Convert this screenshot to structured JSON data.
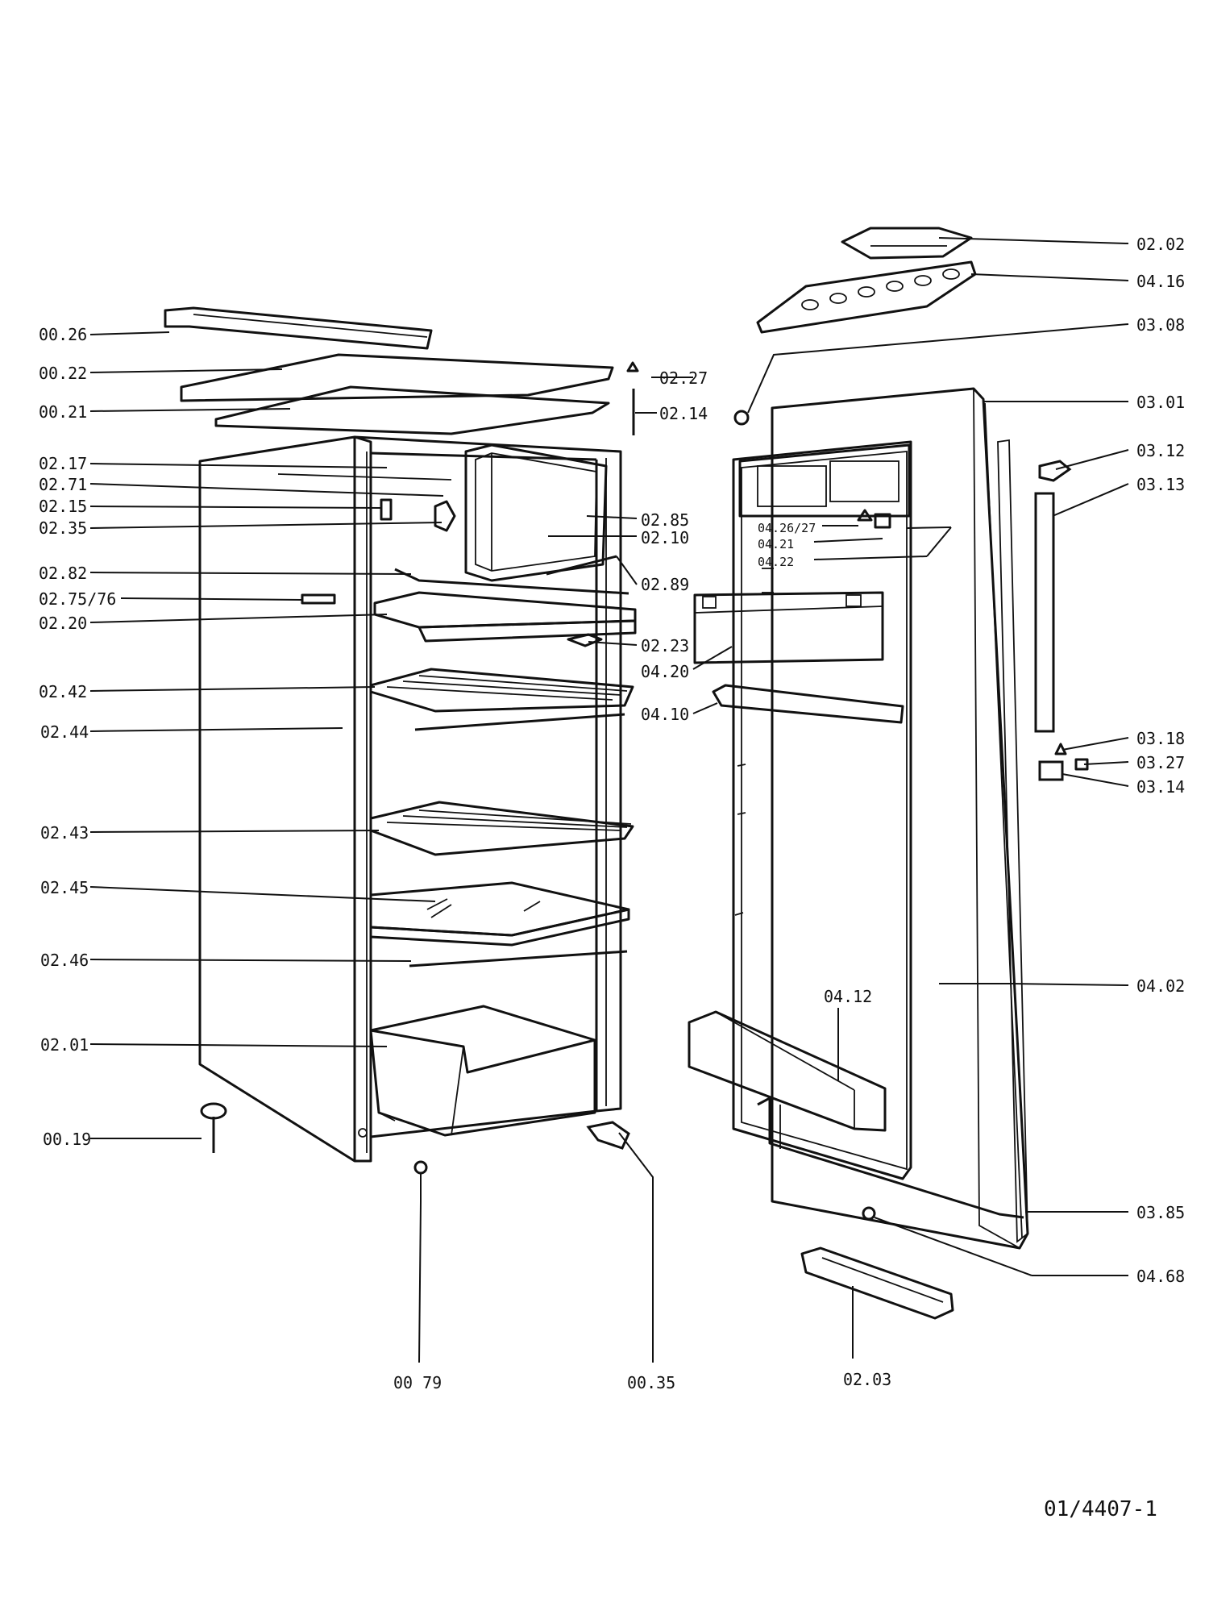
{
  "drawing_ref": "01/4407-1",
  "labels": [
    {
      "id": "00.26",
      "text": "00.26"
    },
    {
      "id": "00.22",
      "text": "00.22"
    },
    {
      "id": "00.21",
      "text": "00.21"
    },
    {
      "id": "02.17",
      "text": "02.17"
    },
    {
      "id": "02.71",
      "text": "02.71"
    },
    {
      "id": "02.15",
      "text": "02.15"
    },
    {
      "id": "02.35",
      "text": "02.35"
    },
    {
      "id": "02.82",
      "text": "02.82"
    },
    {
      "id": "02.75/76",
      "text": "02.75/76"
    },
    {
      "id": "02.20",
      "text": "02.20"
    },
    {
      "id": "02.42",
      "text": "02.42"
    },
    {
      "id": "02.44",
      "text": "02.44"
    },
    {
      "id": "02.43",
      "text": "02.43"
    },
    {
      "id": "02.45",
      "text": "02.45"
    },
    {
      "id": "02.46",
      "text": "02.46"
    },
    {
      "id": "02.01",
      "text": "02.01"
    },
    {
      "id": "00.19",
      "text": "00.19"
    },
    {
      "id": "00.79",
      "text": "00 79"
    },
    {
      "id": "00.35",
      "text": "00.35"
    },
    {
      "id": "02.27",
      "text": "02.27"
    },
    {
      "id": "02.14",
      "text": "02.14"
    },
    {
      "id": "02.85",
      "text": "02.85"
    },
    {
      "id": "02.10",
      "text": "02.10"
    },
    {
      "id": "02.89",
      "text": "02.89"
    },
    {
      "id": "02.23",
      "text": "02.23"
    },
    {
      "id": "04.20",
      "text": "04.20"
    },
    {
      "id": "04.10",
      "text": "04.10"
    },
    {
      "id": "04.26/27",
      "text": "04.26/27"
    },
    {
      "id": "04.21",
      "text": "04.21"
    },
    {
      "id": "04.22",
      "text": "04.22"
    },
    {
      "id": "04.12",
      "text": "04.12"
    },
    {
      "id": "02.03",
      "text": "02.03"
    },
    {
      "id": "02.02",
      "text": "02.02"
    },
    {
      "id": "04.16",
      "text": "04.16"
    },
    {
      "id": "03.08",
      "text": "03.08"
    },
    {
      "id": "03.01",
      "text": "03.01"
    },
    {
      "id": "03.12",
      "text": "03.12"
    },
    {
      "id": "03.13",
      "text": "03.13"
    },
    {
      "id": "03.18",
      "text": "03.18"
    },
    {
      "id": "03.27",
      "text": "03.27"
    },
    {
      "id": "03.14",
      "text": "03.14"
    },
    {
      "id": "04.02",
      "text": "04.02"
    },
    {
      "id": "03.85",
      "text": "03.85"
    },
    {
      "id": "04.68",
      "text": "04.68"
    }
  ]
}
